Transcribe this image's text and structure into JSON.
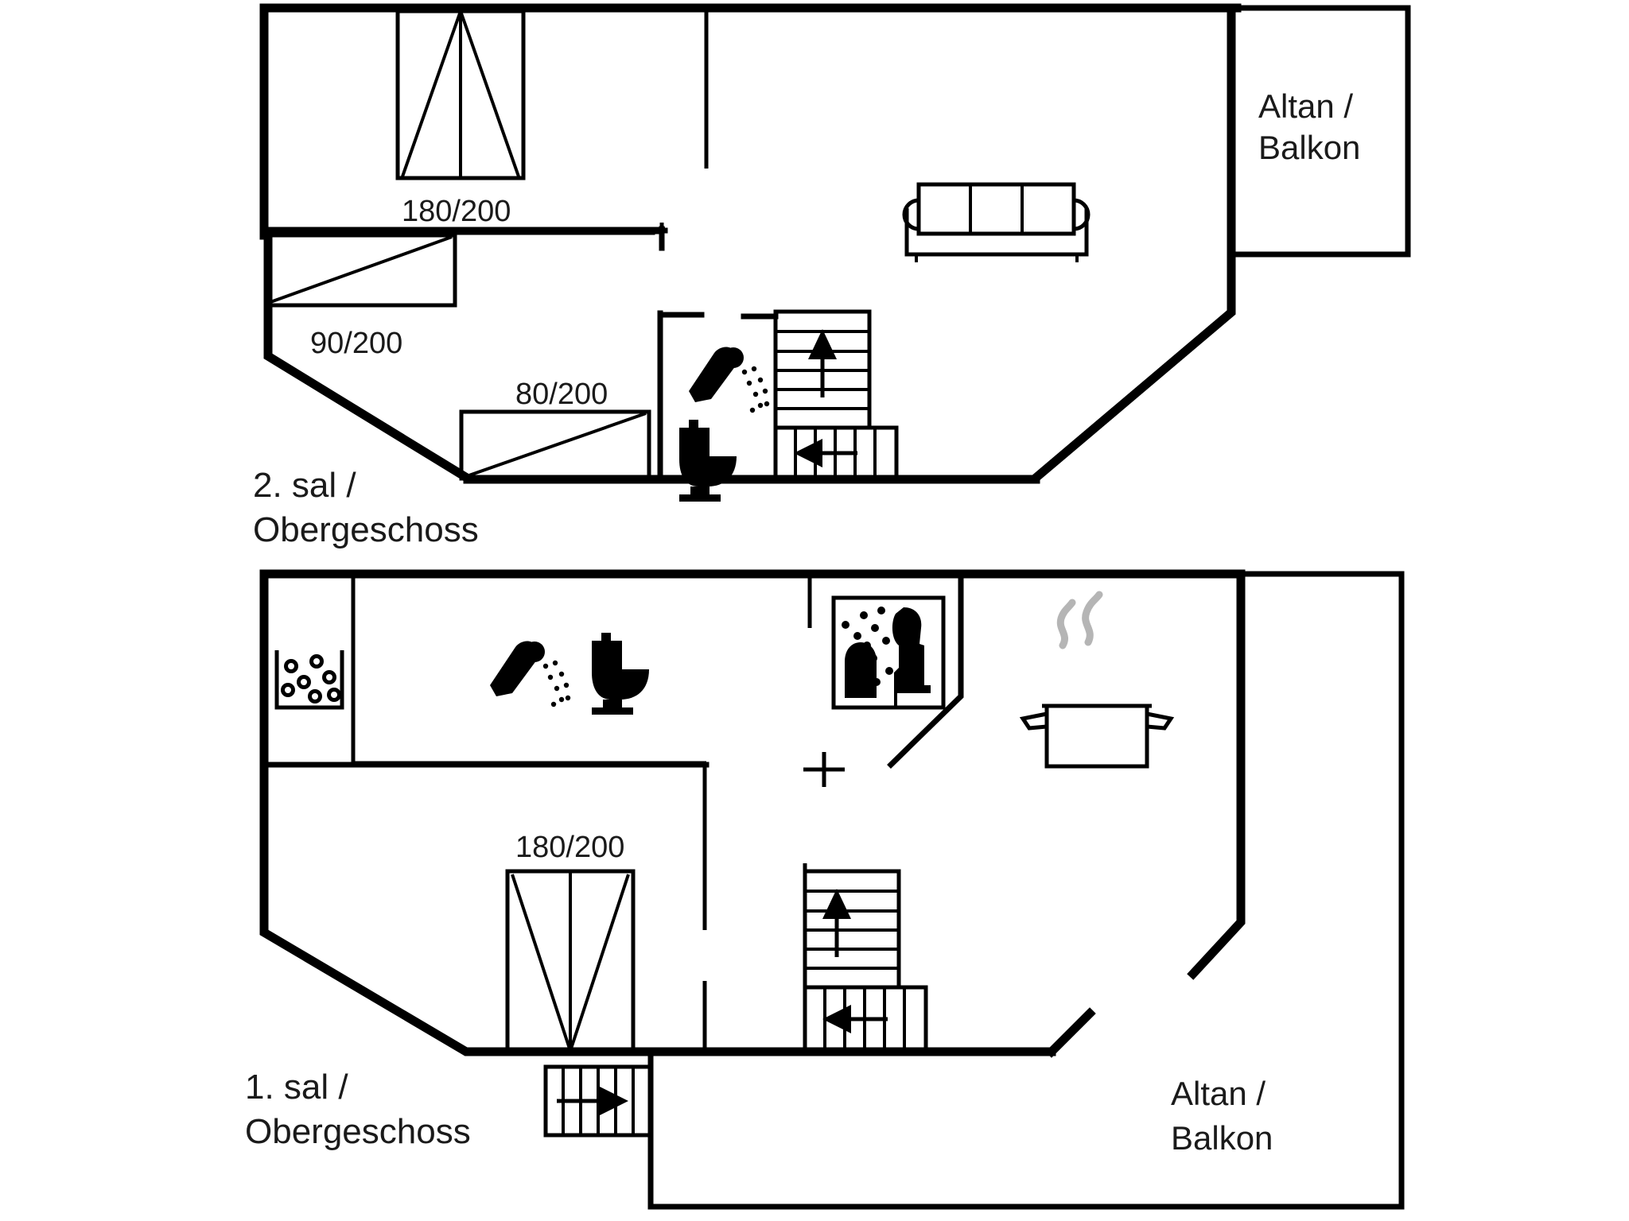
{
  "page": {
    "title": "Ferienhaus Grundriss",
    "background_color": "#ffffff",
    "line_color": "#000000",
    "steam_color": "#b5b5b5"
  },
  "floors": [
    {
      "id": "upper",
      "label_line1": "2. sal /",
      "label_line2": "Obergeschoss",
      "balcony_label_line1": "Altan /",
      "balcony_label_line2": "Balkon",
      "beds": [
        {
          "name": "double-bed",
          "dimension": "180/200"
        },
        {
          "name": "single-bed",
          "dimension": "90/200"
        },
        {
          "name": "single-bed",
          "dimension": "80/200"
        }
      ],
      "fixtures": [
        {
          "name": "sofa-icon",
          "label": "sofa"
        },
        {
          "name": "shower-icon",
          "label": "shower"
        },
        {
          "name": "toilet-icon",
          "label": "toilet"
        },
        {
          "name": "stairs-up-icon",
          "label": "stairs up"
        },
        {
          "name": "stairs-left-icon",
          "label": "stairs left"
        }
      ]
    },
    {
      "id": "lower",
      "label_line1": "1. sal /",
      "label_line2": "Obergeschoss",
      "balcony_label_line1": "Altan /",
      "balcony_label_line2": "Balkon",
      "beds": [
        {
          "name": "double-bed",
          "dimension": "180/200"
        }
      ],
      "fixtures": [
        {
          "name": "whirlpool-icon",
          "label": "whirlpool"
        },
        {
          "name": "shower-icon",
          "label": "shower"
        },
        {
          "name": "toilet-icon",
          "label": "toilet"
        },
        {
          "name": "sauna-icon",
          "label": "sauna"
        },
        {
          "name": "cooking-pot-icon",
          "label": "kitchen"
        },
        {
          "name": "stairs-up-icon",
          "label": "stairs up"
        },
        {
          "name": "stairs-left-icon",
          "label": "stairs left"
        },
        {
          "name": "stairs-right-icon",
          "label": "stairs right"
        }
      ]
    }
  ],
  "dimensions": {
    "upper_bed_double": "180/200",
    "upper_bed_single_left": "90/200",
    "upper_bed_single_mid": "80/200",
    "lower_bed_double": "180/200"
  },
  "labels": {
    "upper_floor_l1": "2. sal /",
    "upper_floor_l2": "Obergeschoss",
    "lower_floor_l1": "1. sal /",
    "lower_floor_l2": "Obergeschoss",
    "upper_balcony_l1": "Altan /",
    "upper_balcony_l2": "Balkon",
    "lower_balcony_l1": "Altan /",
    "lower_balcony_l2": "Balkon"
  }
}
